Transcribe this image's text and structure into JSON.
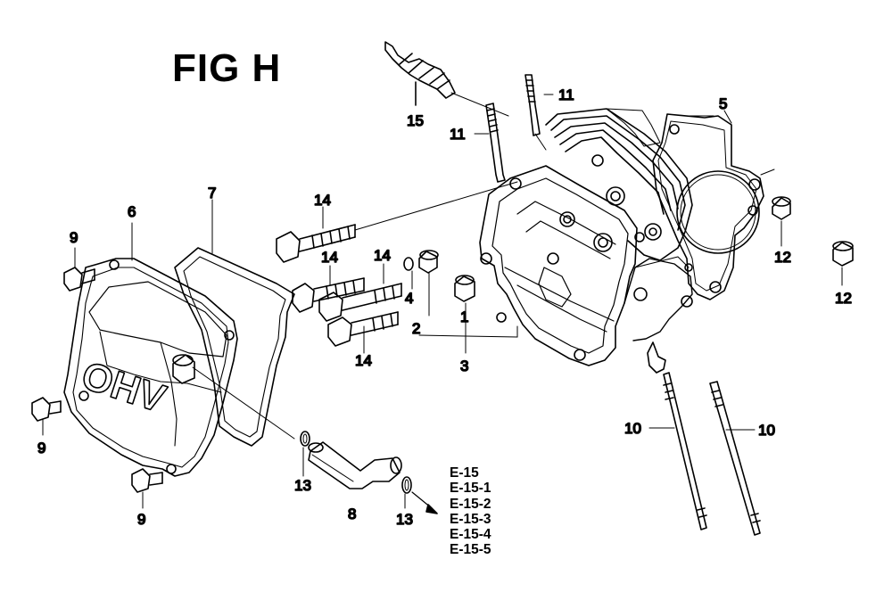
{
  "figure": {
    "title": "FIG H"
  },
  "callouts": [
    {
      "id": "c15",
      "label": "15"
    },
    {
      "id": "c11a",
      "label": "11"
    },
    {
      "id": "c11b",
      "label": "11"
    },
    {
      "id": "c5",
      "label": "5"
    },
    {
      "id": "c6",
      "label": "6"
    },
    {
      "id": "c7",
      "label": "7"
    },
    {
      "id": "c9a",
      "label": "9"
    },
    {
      "id": "c9b",
      "label": "9"
    },
    {
      "id": "c9c",
      "label": "9"
    },
    {
      "id": "c14a",
      "label": "14"
    },
    {
      "id": "c14b",
      "label": "14"
    },
    {
      "id": "c14c",
      "label": "14"
    },
    {
      "id": "c14d",
      "label": "14"
    },
    {
      "id": "c4",
      "label": "4"
    },
    {
      "id": "c2",
      "label": "2"
    },
    {
      "id": "c1",
      "label": "1"
    },
    {
      "id": "c3",
      "label": "3"
    },
    {
      "id": "c12a",
      "label": "12"
    },
    {
      "id": "c12b",
      "label": "12"
    },
    {
      "id": "c10a",
      "label": "10"
    },
    {
      "id": "c10b",
      "label": "10"
    },
    {
      "id": "c13a",
      "label": "13"
    },
    {
      "id": "c13b",
      "label": "13"
    },
    {
      "id": "c8",
      "label": "8"
    }
  ],
  "cover_emboss": "OHV",
  "references": [
    "E-15",
    "E-15-1",
    "E-15-2",
    "E-15-3",
    "E-15-4",
    "E-15-5"
  ],
  "colors": {
    "ink": "#000000",
    "paper": "#ffffff"
  }
}
